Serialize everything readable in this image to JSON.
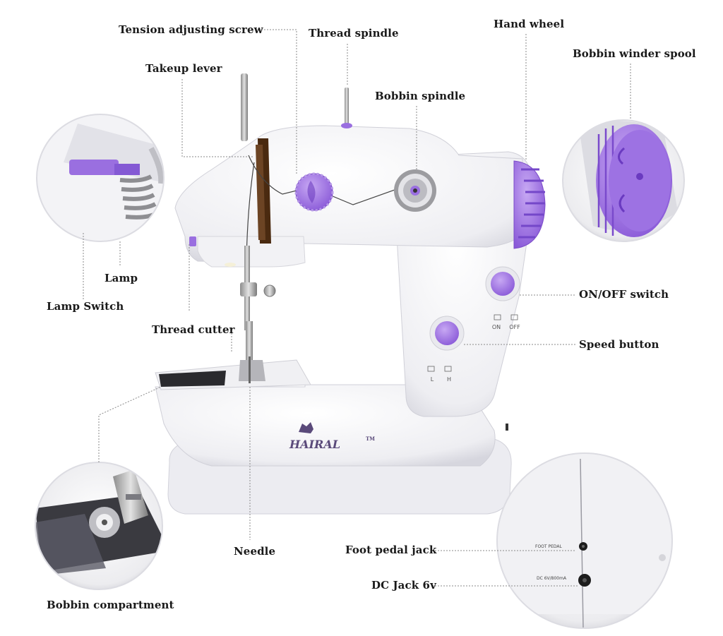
{
  "labels": {
    "tension_screw": "Tension adjusting screw",
    "thread_spindle": "Thread spindle",
    "hand_wheel": "Hand wheel",
    "bobbin_winder_spool": "Bobbin winder spool",
    "takeup_lever": "Takeup lever",
    "bobbin_spindle": "Bobbin spindle",
    "lamp": "Lamp",
    "lamp_switch": "Lamp  Switch",
    "onoff_switch": "ON/OFF switch",
    "thread_cutter": "Thread cutter",
    "speed_button": "Speed button",
    "needle": "Needle",
    "foot_pedal_jack": "Foot pedal jack",
    "dc_jack": "DC Jack 6v",
    "bobbin_compartment": "Bobbin compartment"
  },
  "machine": {
    "brand": "HAIRAL",
    "trademark": "TM",
    "switch_on": "ON",
    "switch_off": "OFF",
    "speed_low": "L",
    "speed_high": "H"
  },
  "jack_panel": {
    "foot_pedal_text": "FOOT PEDAL",
    "dc_text": "DC 6V/800mA"
  },
  "colors": {
    "accent_purple": "#9a6fe0",
    "body_white": "#f7f7f9",
    "leader_line": "#8a8a8a"
  }
}
